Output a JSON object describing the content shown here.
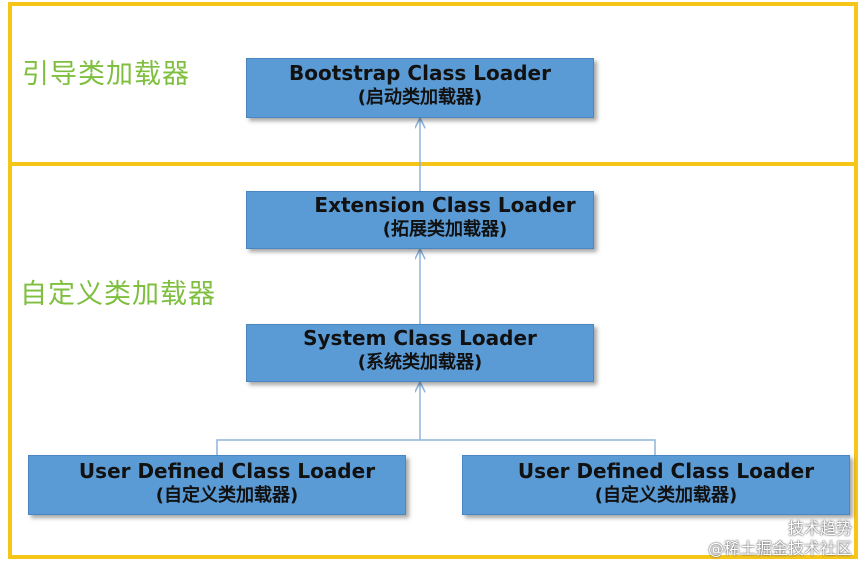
{
  "regions": {
    "top_label": "引导类加载器",
    "bottom_label": "自定义类加载器"
  },
  "nodes": {
    "bootstrap": {
      "name": "Bootstrap Class Loader",
      "sub": "(启动类加载器)"
    },
    "extension": {
      "name": "Extension Class Loader",
      "sub": "(拓展类加载器)"
    },
    "system": {
      "name": "System Class Loader",
      "sub": "(系统类加载器)"
    },
    "user1": {
      "name": "User Defined Class Loader",
      "sub": "(自定义类加载器)"
    },
    "user2": {
      "name": "User Defined Class Loader",
      "sub": "(自定义类加载器)"
    }
  },
  "edges": [
    {
      "from": "extension",
      "to": "bootstrap"
    },
    {
      "from": "system",
      "to": "extension"
    },
    {
      "from": "user1",
      "to": "system"
    },
    {
      "from": "user2",
      "to": "system"
    }
  ],
  "colors": {
    "region_border": "#f5c518",
    "region_label": "#7fbf3f",
    "box_fill": "#5b9bd5",
    "connector": "#8fb4dc"
  },
  "watermark": {
    "line1": "技术趋势",
    "line2": "@稀土掘金技术社区"
  }
}
